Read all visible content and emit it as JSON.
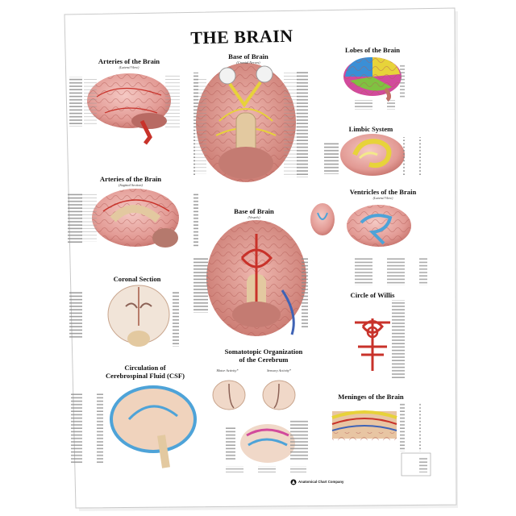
{
  "poster": {
    "title": "THE BRAIN",
    "sections": {
      "arteries_lateral": {
        "title": "Arteries of the Brain",
        "subtitle": "(Lateral View)"
      },
      "base_cranial": {
        "title": "Base of Brain",
        "subtitle": "(Cranial Nerves)"
      },
      "lobes": {
        "title": "Lobes of the Brain"
      },
      "limbic": {
        "title": "Limbic System"
      },
      "arteries_sagittal": {
        "title": "Arteries of the Brain",
        "subtitle": "(Sagittal Section)"
      },
      "base_vessels": {
        "title": "Base of Brain",
        "subtitle": "(Vessels)"
      },
      "ventricles": {
        "title": "Ventricles of the Brain",
        "subtitle": "(Lateral View)"
      },
      "coronal": {
        "title": "Coronal Section"
      },
      "willis": {
        "title": "Circle of Willis"
      },
      "csf": {
        "title_line1": "Circulation of",
        "title_line2": "Cerebrospinal Fluid (CSF)"
      },
      "somatotopic": {
        "title_line1": "Somatotopic Organization",
        "title_line2": "of the Cerebrum",
        "label_motor": "Motor Activity*",
        "label_sensory": "Sensory Activity*"
      },
      "meninges": {
        "title": "Meninges of the Brain"
      }
    },
    "publisher": "Anatomical Chart Company"
  },
  "colors": {
    "brain": "#e8a5a0",
    "brain_dark": "#c8706c",
    "artery": "#c8322a",
    "vein": "#3f63b5",
    "nerve": "#e7d23a",
    "csf": "#4ea3d8",
    "leader": "#9a9a9a",
    "frontal_lobe": "#3a8fd6",
    "parietal_lobe": "#e7d33a",
    "temporal_lobe": "#7fc241",
    "occipital_lobe": "#d24a9c"
  }
}
